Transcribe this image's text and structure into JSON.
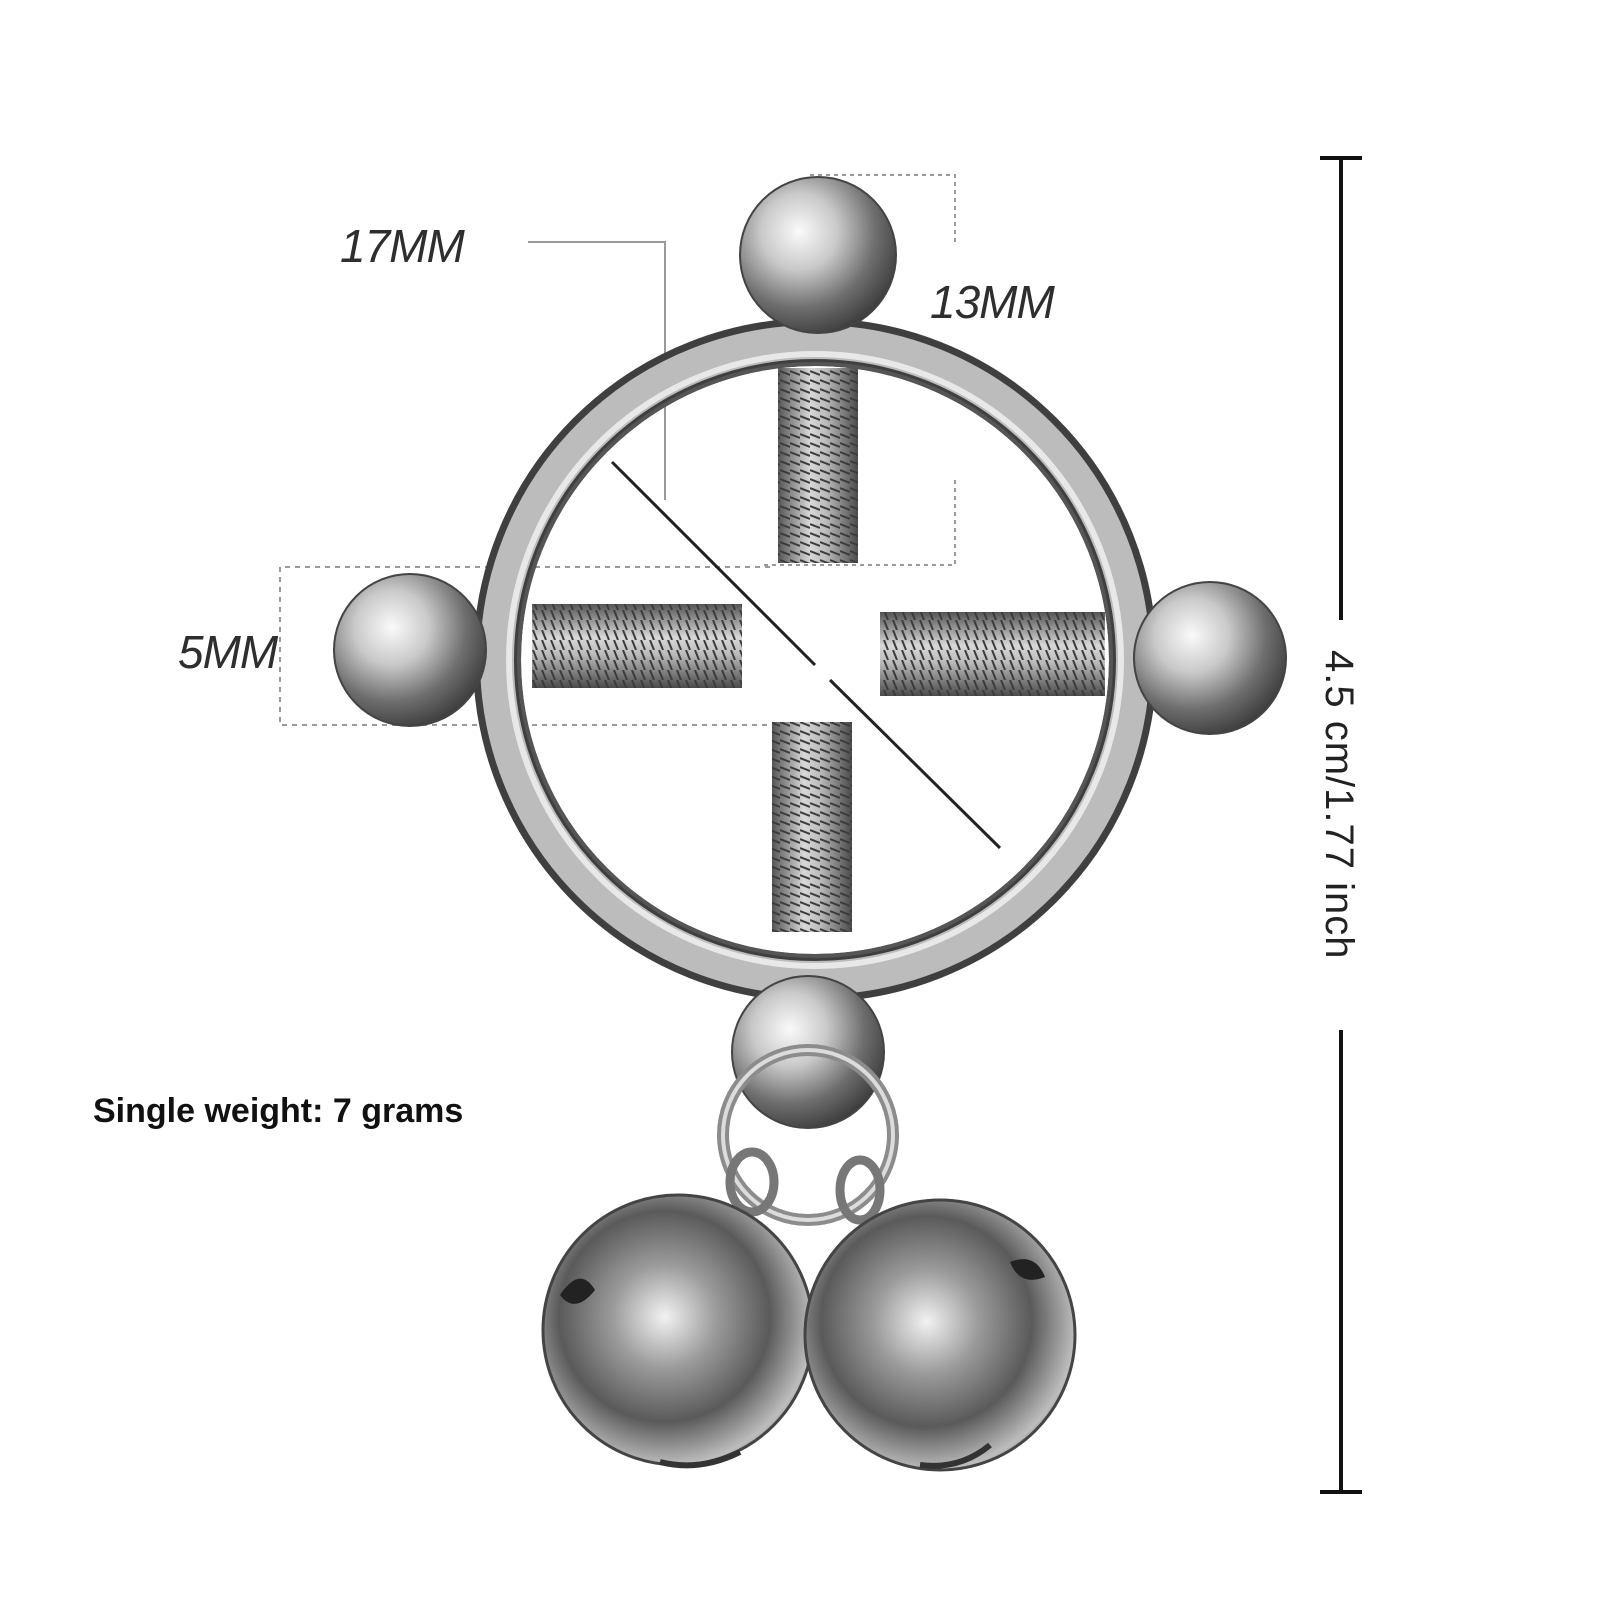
{
  "dimensions": {
    "ring_diameter": "17MM",
    "screw_length": "13MM",
    "ball_size": "5MM",
    "total_length": "4.5 cm/1.77 inch"
  },
  "weight_label": "Single weight: 7 grams"
}
